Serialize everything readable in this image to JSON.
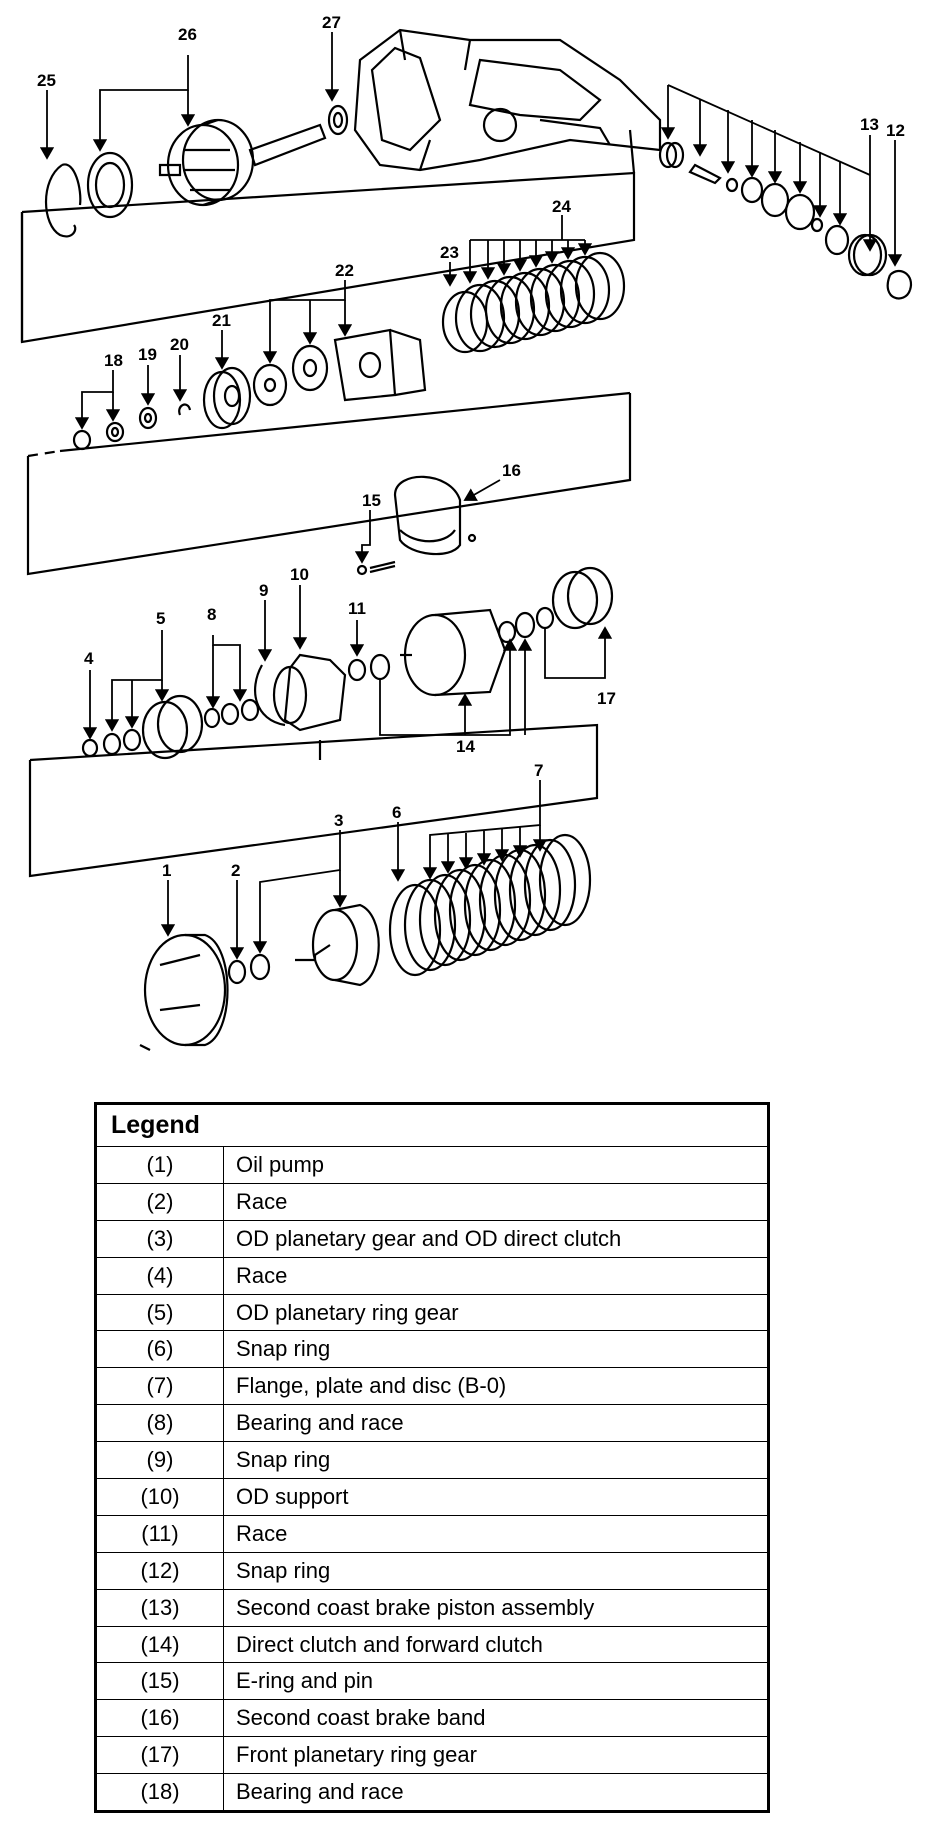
{
  "callouts": [
    "1",
    "2",
    "3",
    "4",
    "5",
    "6",
    "7",
    "8",
    "9",
    "10",
    "11",
    "12",
    "13",
    "14",
    "15",
    "16",
    "17",
    "18",
    "19",
    "20",
    "21",
    "22",
    "23",
    "24",
    "25",
    "26",
    "27"
  ],
  "legend": {
    "title": "Legend",
    "rows": [
      {
        "num": "(1)",
        "desc": "Oil pump"
      },
      {
        "num": "(2)",
        "desc": "Race"
      },
      {
        "num": "(3)",
        "desc": "OD planetary gear and OD direct clutch"
      },
      {
        "num": "(4)",
        "desc": "Race"
      },
      {
        "num": "(5)",
        "desc": "OD planetary ring gear"
      },
      {
        "num": "(6)",
        "desc": "Snap ring"
      },
      {
        "num": "(7)",
        "desc": "Flange, plate and disc (B-0)"
      },
      {
        "num": "(8)",
        "desc": "Bearing and race"
      },
      {
        "num": "(9)",
        "desc": "Snap ring"
      },
      {
        "num": "(10)",
        "desc": "OD support"
      },
      {
        "num": "(11)",
        "desc": "Race"
      },
      {
        "num": "(12)",
        "desc": "Snap ring"
      },
      {
        "num": "(13)",
        "desc": "Second coast brake piston assembly"
      },
      {
        "num": "(14)",
        "desc": "Direct clutch and forward clutch"
      },
      {
        "num": "(15)",
        "desc": "E-ring and pin"
      },
      {
        "num": "(16)",
        "desc": "Second coast brake band"
      },
      {
        "num": "(17)",
        "desc": "Front planetary ring gear"
      },
      {
        "num": "(18)",
        "desc": "Bearing and race"
      }
    ]
  }
}
